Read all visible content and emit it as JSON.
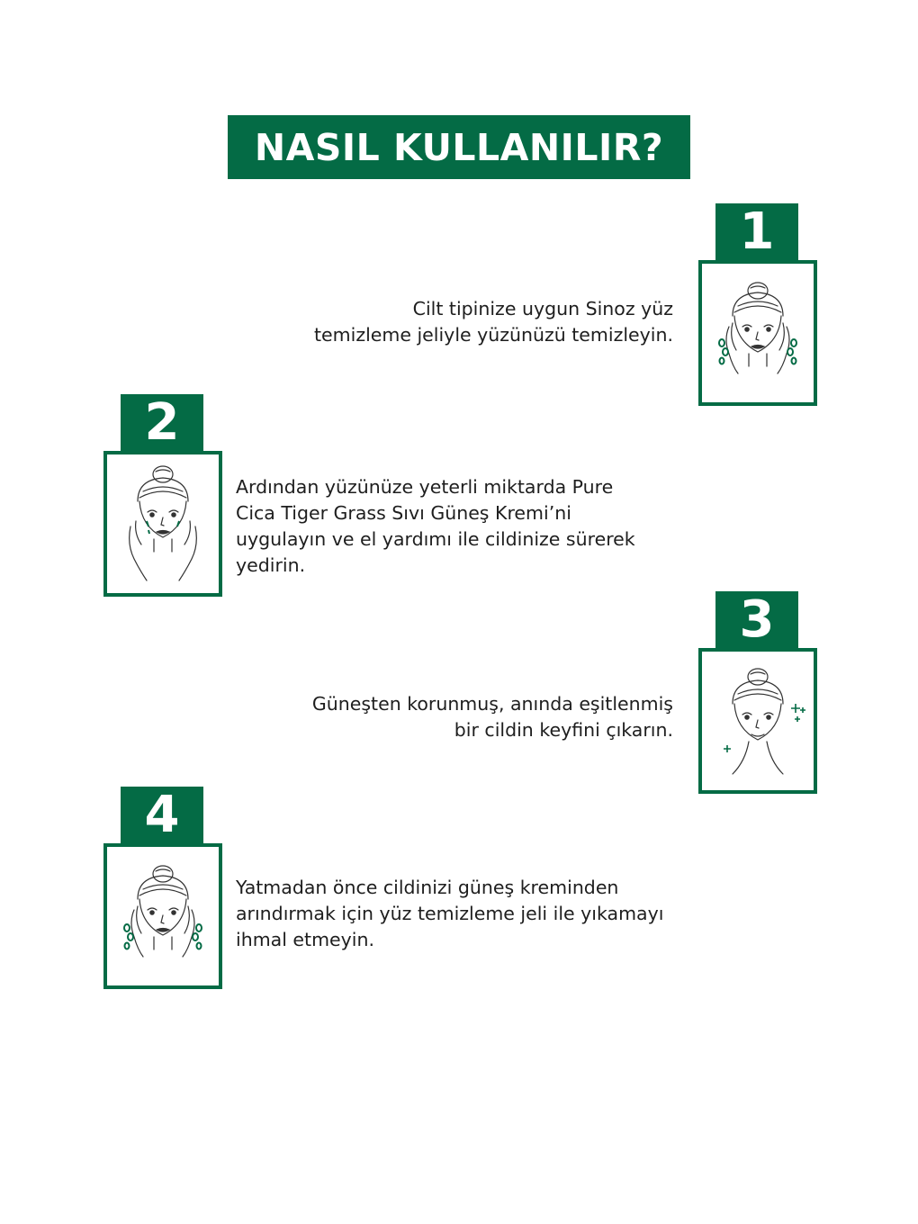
{
  "title": "NASIL KULLANILIR?",
  "colors": {
    "accent": "#046b45",
    "text": "#1e1e1e",
    "background": "#ffffff"
  },
  "steps": [
    {
      "number": "1",
      "text": "Cilt tipinize uygun Sinoz yüz\ntemizleme jeliyle yüzünüzü temizleyin.",
      "illustration": "face-washing-icon"
    },
    {
      "number": "2",
      "text": "Ardından yüzünüze yeterli miktarda Pure\nCica Tiger Grass Sıvı Güneş Kremi’ni\nuygulayın ve el yardımı ile cildinize sürerek\nyedirin.",
      "illustration": "face-applying-cream-icon"
    },
    {
      "number": "3",
      "text": "Güneşten korunmuş, anında eşitlenmiş\nbir cildin keyfini çıkarın.",
      "illustration": "face-glowing-icon"
    },
    {
      "number": "4",
      "text": "Yatmadan önce cildinizi güneş kreminden\narındırmak için yüz temizleme jeli ile yıkamayı\nihmal etmeyin.",
      "illustration": "face-washing-icon"
    }
  ]
}
